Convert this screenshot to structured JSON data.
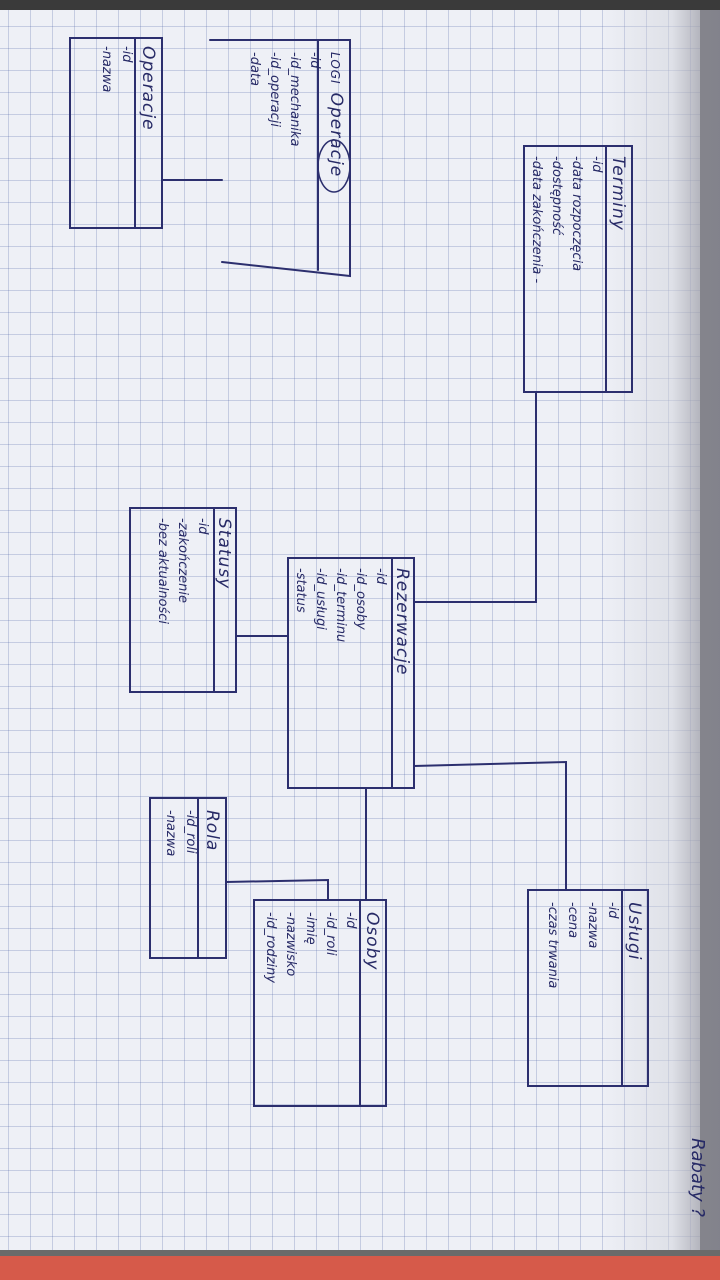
{
  "entities": {
    "operacje": {
      "title": "Operacje",
      "attrs": [
        "-id",
        "-nazwa"
      ]
    },
    "logi_operacje": {
      "stamp": "LOGI",
      "title": "Operacje",
      "attrs": [
        "-id",
        "-id_mechanika",
        "-id_operacji",
        "-data"
      ]
    },
    "terminy": {
      "title": "Terminy",
      "attrs": [
        "-id",
        "-data rozpoczęcia",
        "-dostępność",
        "-data zakończenia -"
      ]
    },
    "statusy": {
      "title": "Statusy",
      "attrs": [
        "-id",
        "-zakończenie",
        "-bez aktualności"
      ]
    },
    "rezerwacje": {
      "title": "Rezerwacje",
      "attrs": [
        "-id",
        "-id_osoby",
        "-id_terminu",
        "-id_usługi",
        "-status"
      ]
    },
    "uslugi": {
      "title": "Usługi",
      "attrs": [
        "-id",
        "-nazwa",
        "-cena",
        "-czas trwania"
      ]
    },
    "rola": {
      "title": "Rola",
      "attrs": [
        "-id_roli",
        "-nazwa"
      ]
    },
    "osoby": {
      "title": "Osoby",
      "attrs": [
        "-id",
        "-id_roli",
        "-imię",
        "-nazwisko",
        "-id_rodziny"
      ]
    }
  },
  "note": "Rabaty ?",
  "colors": {
    "ink": "#2c2f6e",
    "paper": "#eef0f6",
    "grid": "#8a9ac8"
  }
}
